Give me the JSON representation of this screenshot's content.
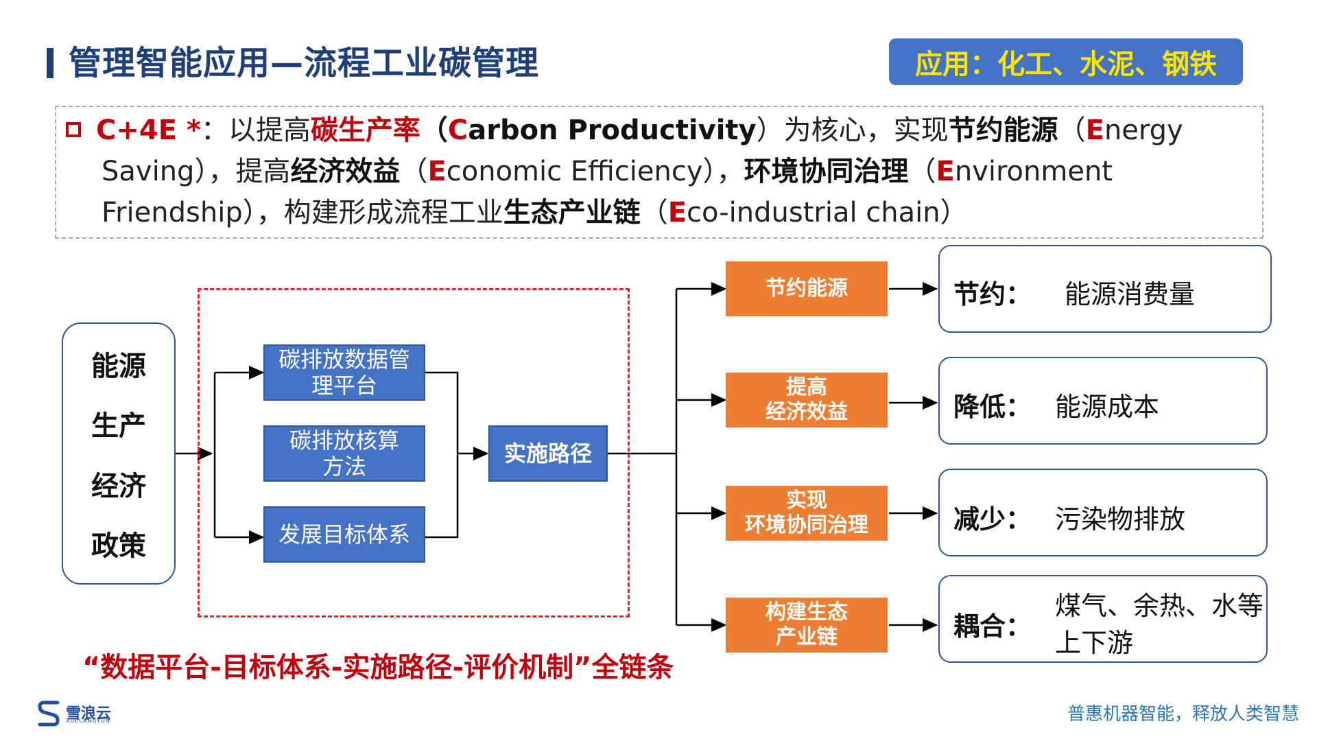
{
  "header": {
    "title": "管理智能应用—流程工业碳管理",
    "application_badge": "应用：化工、水泥、钢铁"
  },
  "definition": {
    "line1": {
      "term": "C+4E  *",
      "p1": "：以提高",
      "k1": "碳生产率",
      "p2": "（",
      "c1": "C",
      "e1": "arbon  Productivity",
      "p3": "）为核心，实现",
      "k2": "节约能源",
      "p4": "（",
      "c2": "E",
      "e2": "nergy"
    },
    "line2": {
      "e1": "Saving",
      "p1": "），提高",
      "k1": "经济效益",
      "p2": "（",
      "c1": "E",
      "e2": "conomic  Efficiency",
      "p3": "），",
      "k2": "环境协同治理",
      "p4": "（",
      "c2": "E",
      "e3": "nvironment"
    },
    "line3": {
      "e1": "Friendship",
      "p1": "），构建形成流程工业",
      "k1": "生态产业链",
      "p2": "（",
      "c1": "E",
      "e2": "co-industrial chain",
      "p3": "）"
    }
  },
  "diagram": {
    "inputs": [
      "能源",
      "生产",
      "经济",
      "政策"
    ],
    "components": {
      "platform": "碳排放数据管理平台",
      "accounting": "碳排放核算方法",
      "targets": "发展目标体系"
    },
    "path": "实施路径",
    "goals": [
      {
        "line1": "节约能源",
        "line2": ""
      },
      {
        "line1": "提高",
        "line2": "经济效益"
      },
      {
        "line1": "实现",
        "line2": "环境协同治理"
      },
      {
        "line1": "构建生态",
        "line2": "产业链"
      }
    ],
    "results": [
      {
        "key": "节约：",
        "value": "能源消费量",
        "value2": ""
      },
      {
        "key": "降低：",
        "value": "能源成本",
        "value2": ""
      },
      {
        "key": "减少：",
        "value": "污染物排放",
        "value2": ""
      },
      {
        "key": "耦合：",
        "value": "煤气、余热、水等",
        "value2": "上下游"
      }
    ],
    "chain_caption": "“数据平台-目标体系-实施路径-评价机制”全链条"
  },
  "footer": {
    "logo_name": "雪浪云",
    "logo_sub": "XUELANGYUN",
    "slogan": "普惠机器智能，释放人类智慧"
  },
  "colors": {
    "title": "#1f3f7a",
    "badge_bg": "#4472c4",
    "badge_text": "#ffe600",
    "accent_red": "#c0000b",
    "box_blue": "#4472c4",
    "box_orange": "#ed7d31"
  }
}
